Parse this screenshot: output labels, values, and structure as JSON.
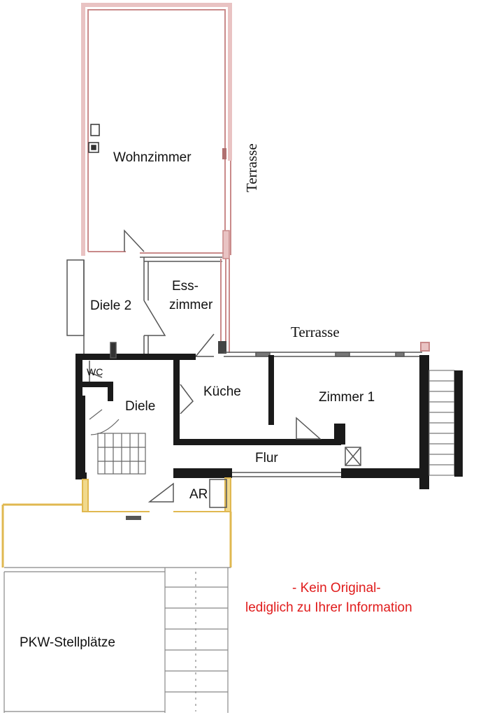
{
  "plan": {
    "rooms": {
      "wohnzimmer": "Wohnzimmer",
      "terrasse_side": "Terrasse",
      "esszimmer_1": "Ess-",
      "esszimmer_2": "zimmer",
      "diele2": "Diele 2",
      "terrasse_top": "Terrasse",
      "wc": "WC",
      "kueche": "Küche",
      "zimmer1": "Zimmer 1",
      "diele": "Diele",
      "flur": "Flur",
      "ar": "AR",
      "pkw": "PKW-Stellplätze"
    },
    "note": {
      "line1": "- Kein Original-",
      "line2": "lediglich zu Ihrer Information",
      "color": "#e01b1b"
    },
    "colors": {
      "wall_red": "#c98a8a",
      "wall_dark": "#1a1a1a",
      "wall_yellow": "#e0b850",
      "line": "#555555"
    }
  }
}
